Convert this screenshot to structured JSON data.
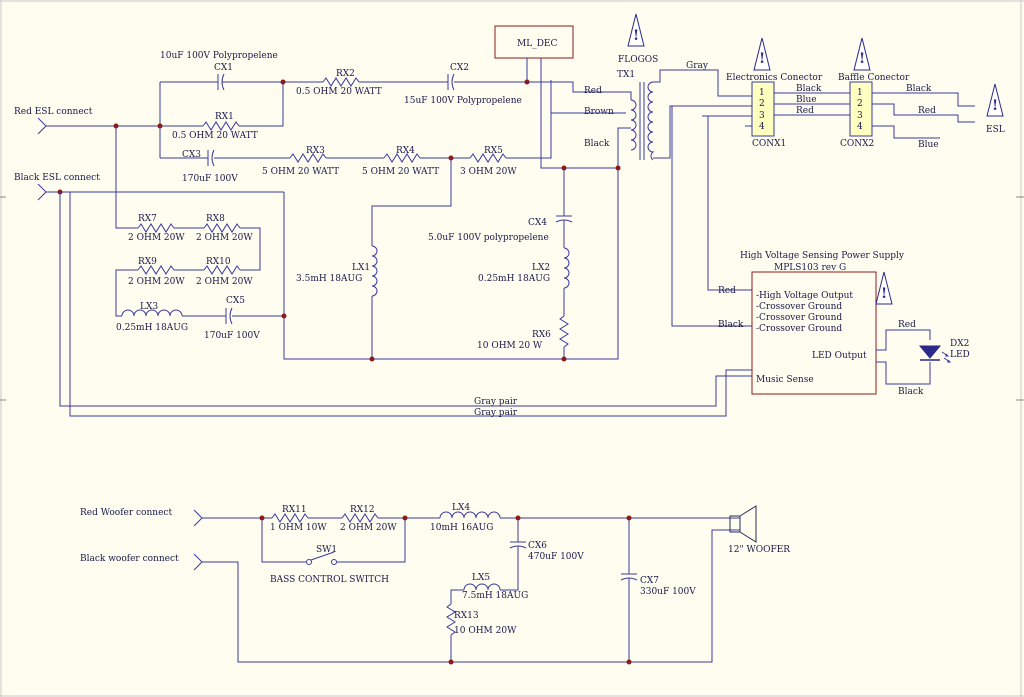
{
  "components": {
    "cx1_spec": "10uF 100V Polypropelene",
    "cx1": "CX1",
    "rx2": "RX2",
    "rx2_spec": "0.5 OHM 20 WATT",
    "cx2": "CX2",
    "cx2_spec": "15uF 100V Polypropelene",
    "rx1": "RX1",
    "rx1_spec": "0.5 OHM 20 WATT",
    "cx3": "CX3",
    "cx3_spec": "170uF 100V",
    "rx3": "RX3",
    "rx3_spec": "5 OHM 20 WATT",
    "rx4": "RX4",
    "rx4_spec": "5 OHM 20 WATT",
    "rx5": "RX5",
    "rx5_spec": "3 OHM 20W",
    "ml_dec": "ML_DEC",
    "flogos": "FLOGOS",
    "tx1": "TX1",
    "cx4": "CX4",
    "cx4_spec": "5.0uF 100V polypropelene",
    "rx7": "RX7",
    "rx7_spec": "2 OHM 20W",
    "rx8": "RX8",
    "rx8_spec": "2 OHM 20W",
    "rx9": "RX9",
    "rx9_spec": "2 OHM 20W",
    "rx10": "RX10",
    "rx10_spec": "2 OHM 20W",
    "lx3": "LX3",
    "lx3_spec": "0.25mH 18AUG",
    "cx5": "CX5",
    "cx5_spec": "170uF 100V",
    "lx1": "LX1",
    "lx1_spec": "3.5mH 18AUG",
    "lx2": "LX2",
    "lx2_spec": "0.25mH 18AUG",
    "rx6": "RX6",
    "rx6_spec": "10 OHM 20 W",
    "conx1": "CONX1",
    "conx1_title": "Electronics Conector",
    "conx2": "CONX2",
    "conx2_title": "Baffle Conector",
    "esl": "ESL",
    "psu_title": "High Voltage Sensing Power Supply",
    "psu_model": "MPLS103 rev G",
    "psu_pins": [
      "-High Voltage Output",
      "-Crossover Ground",
      "-Crossover Ground",
      "-Crossover Ground"
    ],
    "psu_led": "LED Output",
    "psu_music": "Music Sense",
    "dx2": "DX2",
    "led": "LED",
    "rx11": "RX11",
    "rx11_spec": "1 OHM 10W",
    "rx12": "RX12",
    "rx12_spec": "2 OHM 20W",
    "lx4": "LX4",
    "lx4_spec": "10mH 16AUG",
    "sw1": "SW1",
    "sw1_spec": "BASS CONTROL SWITCH",
    "cx6": "CX6",
    "cx6_spec": "470uF 100V",
    "lx5": "LX5",
    "lx5_spec": "7.5mH 18AUG",
    "rx13": "RX13",
    "rx13_spec": "10 OHM 20W",
    "cx7": "CX7",
    "cx7_spec": "330uF 100V",
    "woofer": "12\" WOOFER"
  },
  "connectors": {
    "red_esl": "Red ESL connect",
    "black_esl": "Black ESL connect",
    "red_woofer": "Red Woofer connect",
    "black_woofer": "Black woofer connect"
  },
  "wires": {
    "red": "Red",
    "brown": "Brown",
    "black": "Black",
    "gray": "Gray",
    "blue": "Blue",
    "gray_pair_1": "Gray pair",
    "gray_pair_2": "Gray pair"
  },
  "pins": [
    "1",
    "2",
    "3",
    "4"
  ],
  "colors": {
    "wire": "#3a3aa0",
    "junction": "#8b1a1a",
    "component_fill": "#FFFFC0",
    "background": "#FEFDF0"
  }
}
